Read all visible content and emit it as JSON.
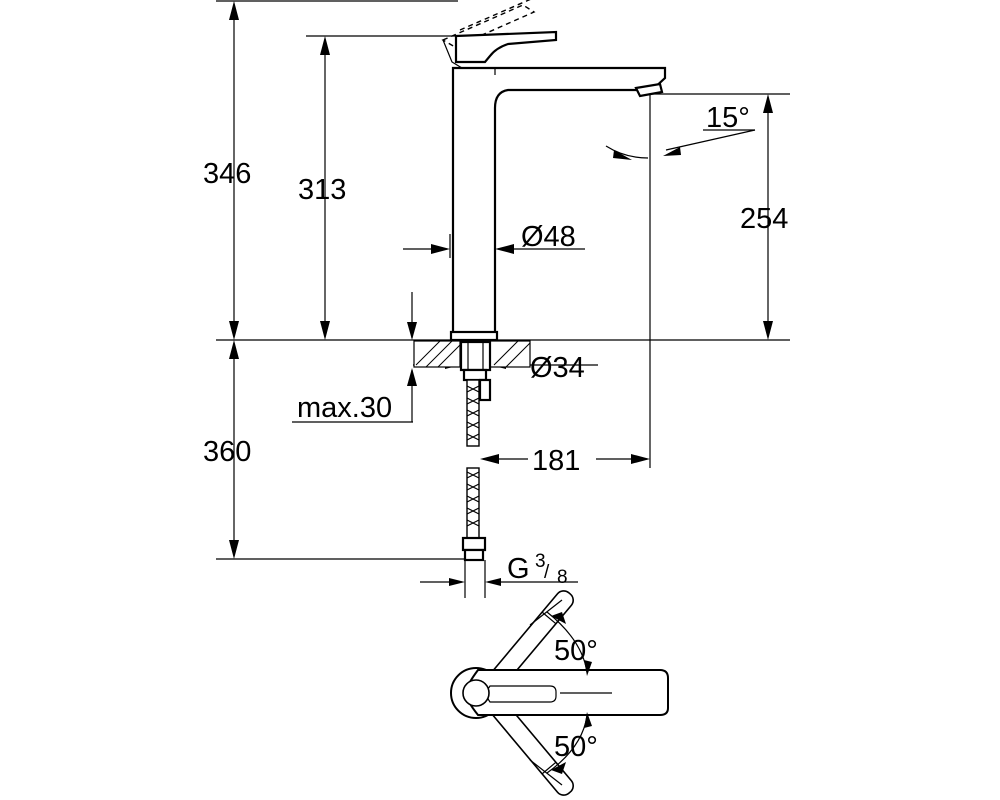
{
  "dimensions": {
    "total_height": "346",
    "spout_height": "313",
    "outlet_height": "254",
    "body_diameter": "Ø48",
    "hole_diameter": "Ø34",
    "deck_thickness": "max.30",
    "hose_length": "360",
    "projection": "181",
    "connection": "G",
    "connection_numerator": "3",
    "connection_denominator": "8",
    "outlet_angle": "15°",
    "lever_angle_upper": "50°",
    "lever_angle_lower": "50°"
  },
  "colors": {
    "line": "#000000",
    "background": "#ffffff"
  }
}
